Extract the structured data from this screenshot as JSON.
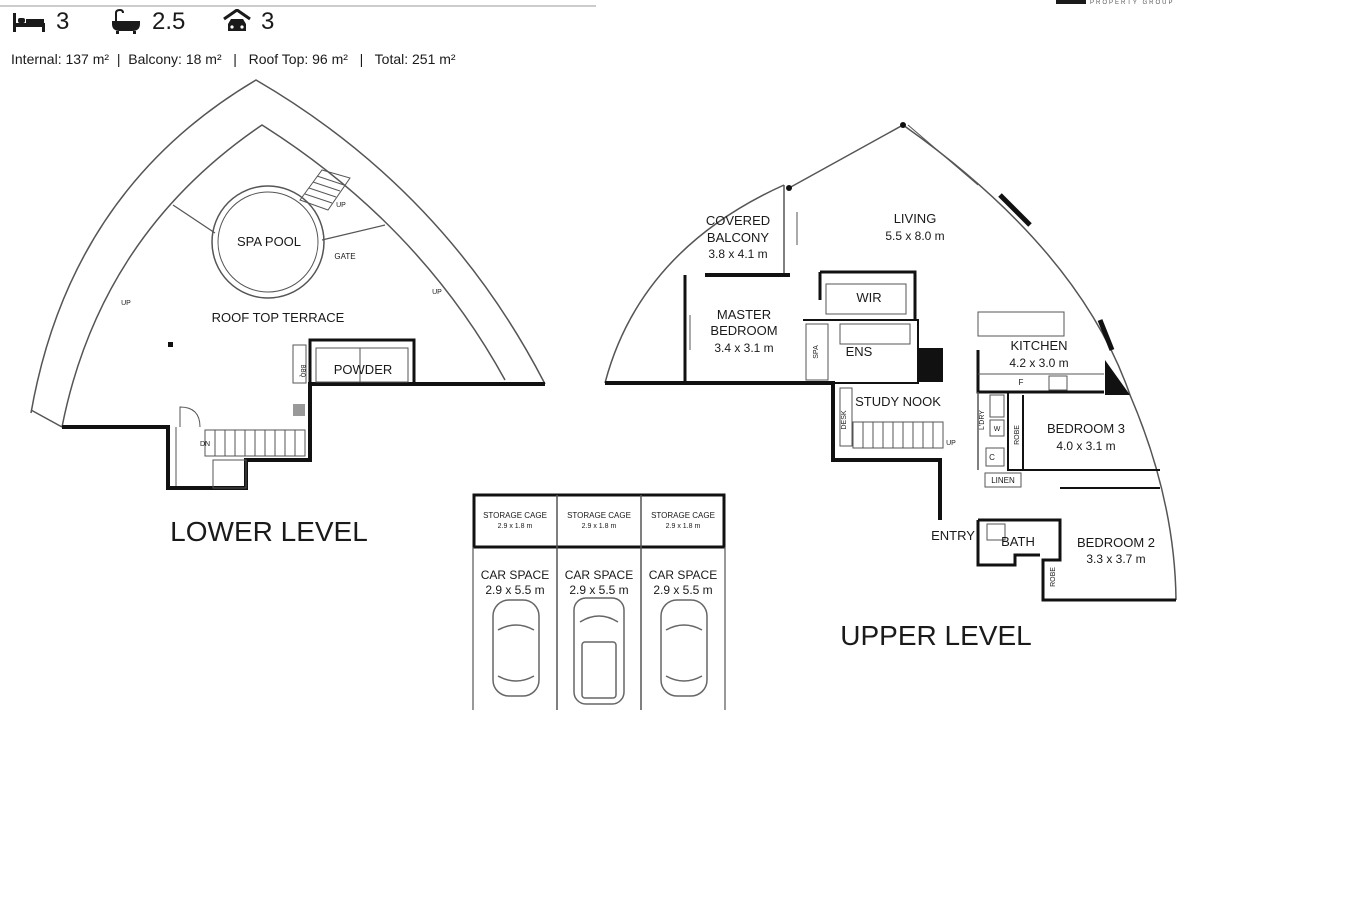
{
  "header": {
    "beds_icon": "bed-icon",
    "beds": "3",
    "baths_icon": "bathtub-icon",
    "baths": "2.5",
    "cars_icon": "car-icon",
    "cars": "3",
    "areas": "Internal: 137 m²  |  Balcony: 18 m²   |   Roof Top: 96 m²   |   Total: 251 m²",
    "brand": "PROPERTY GROUP"
  },
  "lower_level": {
    "title": "LOWER LEVEL",
    "spa_pool": "SPA POOL",
    "gate": "GATE",
    "up_stairs": "UP",
    "up_left": "UP",
    "up_right": "UP",
    "terrace": "ROOF TOP TERRACE",
    "powder": "POWDER",
    "bbq": "BBQ",
    "dn": "DN"
  },
  "upper_level": {
    "title": "UPPER LEVEL",
    "covered_balcony": "COVERED",
    "covered_balcony_2": "BALCONY",
    "covered_balcony_size": "3.8 x 4.1 m",
    "living": "LIVING",
    "living_size": "5.5 x 8.0 m",
    "master": "MASTER",
    "master_2": "BEDROOM",
    "master_size": "3.4 x 3.1 m",
    "wir": "WIR",
    "ens": "ENS",
    "spa": "SPA",
    "kitchen": "KITCHEN",
    "kitchen_size": "4.2 x 3.0 m",
    "fridge": "F",
    "study": "STUDY NOOK",
    "desk": "DESK",
    "up": "UP",
    "ldry": "L'DRY",
    "washer": "W",
    "cupboard": "C",
    "robe3": "ROBE",
    "bed3": "BEDROOM 3",
    "bed3_size": "4.0 x 3.1 m",
    "linen": "LINEN",
    "entry": "ENTRY",
    "bath": "BATH",
    "bed2": "BEDROOM 2",
    "bed2_size": "3.3 x 3.7 m",
    "robe2": "ROBE"
  },
  "parking": {
    "storage": [
      {
        "label": "STORAGE CAGE",
        "size": "2.9 x 1.8 m"
      },
      {
        "label": "STORAGE CAGE",
        "size": "2.9 x 1.8 m"
      },
      {
        "label": "STORAGE CAGE",
        "size": "2.9 x 1.8 m"
      }
    ],
    "cars": [
      {
        "label": "CAR SPACE",
        "size": "2.9 x 5.5 m"
      },
      {
        "label": "CAR SPACE",
        "size": "2.9 x 5.5 m"
      },
      {
        "label": "CAR SPACE",
        "size": "2.9 x 5.5 m"
      }
    ]
  }
}
